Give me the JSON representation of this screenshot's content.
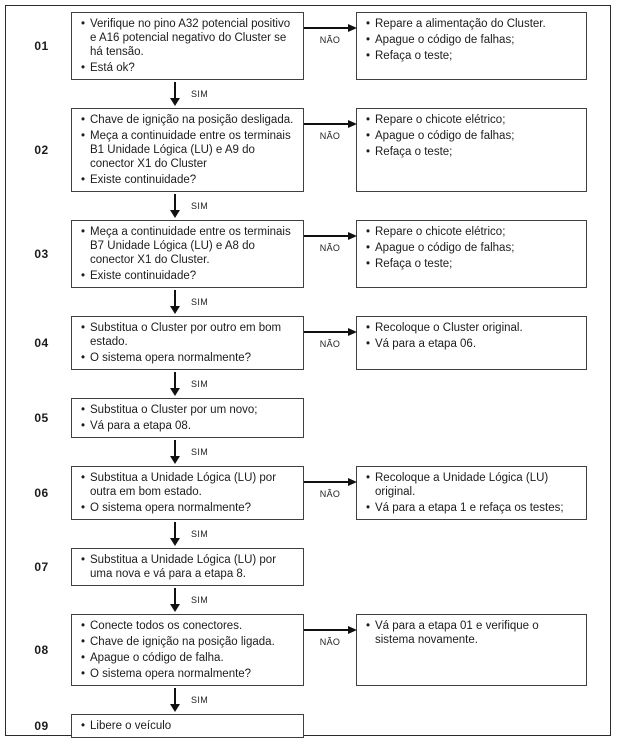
{
  "flowchart": {
    "labels": {
      "yes": "SIM",
      "no": "NÃO"
    },
    "steps": [
      {
        "number": "01",
        "main": [
          "Verifique no pino A32 potencial positivo e A16 potencial negativo do Cluster se há tensão.",
          "Está ok?"
        ],
        "no_branch": [
          "Repare a alimentação do Cluster.",
          "Apague o código de falhas;",
          "Refaça o teste;"
        ]
      },
      {
        "number": "02",
        "main": [
          "Chave de ignição na posição desligada.",
          "Meça a continuidade entre os terminais B1 Unidade Lógica (LU) e A9 do conector X1 do Cluster",
          "Existe continuidade?"
        ],
        "no_branch": [
          "Repare o chicote elétrico;",
          "Apague o código de falhas;",
          "Refaça o teste;"
        ]
      },
      {
        "number": "03",
        "main": [
          "Meça a continuidade entre os terminais B7 Unidade Lógica (LU) e A8 do conector X1 do Cluster.",
          "Existe continuidade?"
        ],
        "no_branch": [
          "Repare o chicote elétrico;",
          "Apague o código de falhas;",
          "Refaça o teste;"
        ]
      },
      {
        "number": "04",
        "main": [
          "Substitua o Cluster por outro em bom estado.",
          "O sistema opera normalmente?"
        ],
        "no_branch": [
          "Recoloque o Cluster original.",
          "Vá para a etapa 06."
        ]
      },
      {
        "number": "05",
        "main": [
          "Substitua o Cluster por um novo;",
          "Vá para a etapa 08."
        ]
      },
      {
        "number": "06",
        "main": [
          "Substitua a Unidade Lógica (LU) por outra em bom estado.",
          "O sistema opera normalmente?"
        ],
        "no_branch": [
          "Recoloque a Unidade Lógica (LU) original.",
          "Vá para a etapa 1 e refaça os testes;"
        ]
      },
      {
        "number": "07",
        "main": [
          "Substitua a Unidade Lógica (LU) por uma nova e vá para a etapa 8."
        ]
      },
      {
        "number": "08",
        "main": [
          "Conecte todos os conectores.",
          "Chave de ignição na posição ligada.",
          "Apague o código de falha.",
          "O sistema opera normalmente?"
        ],
        "no_branch": [
          "Vá para a etapa 01 e verifique o sistema novamente."
        ]
      },
      {
        "number": "09",
        "main": [
          "Libere o veículo"
        ]
      }
    ]
  }
}
